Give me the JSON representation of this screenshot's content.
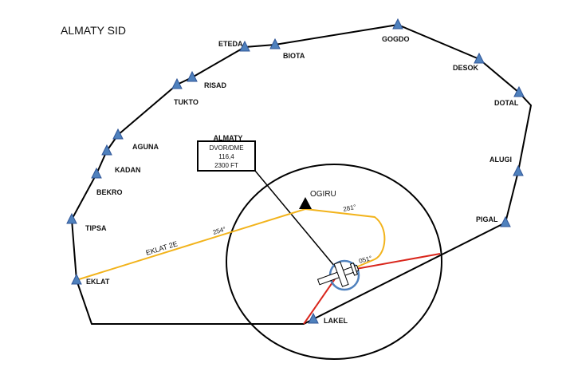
{
  "title": "ALMATY SID",
  "colors": {
    "waypoint_fill": "#4f81bd",
    "waypoint_stroke": "#2f5597",
    "route_orange": "#f2b31b",
    "route_red": "#d9261c",
    "line_black": "#000000"
  },
  "navaid": {
    "name": "ALMATY",
    "type": "DVOR/DME",
    "freq": "116,4",
    "alt": "2300 FT"
  },
  "fixes": {
    "ogiru": "OGIRU"
  },
  "routes": {
    "eklat_name": "EKLAT 2E",
    "eklat_bearing": "254°",
    "ogiru_bearing": "281°",
    "departure_bearing": "051°"
  },
  "waypoints": [
    {
      "name": "ETEDA",
      "icon": "triangle-icon"
    },
    {
      "name": "BIOTA",
      "icon": "triangle-icon"
    },
    {
      "name": "GOGDO",
      "icon": "triangle-icon"
    },
    {
      "name": "DESOK",
      "icon": "triangle-icon"
    },
    {
      "name": "DOTAL",
      "icon": "triangle-icon"
    },
    {
      "name": "RISAD",
      "icon": "triangle-icon"
    },
    {
      "name": "TUKTO",
      "icon": "triangle-icon"
    },
    {
      "name": "AGUNA",
      "icon": "triangle-icon"
    },
    {
      "name": "KADAN",
      "icon": "triangle-icon"
    },
    {
      "name": "BEKRO",
      "icon": "triangle-icon"
    },
    {
      "name": "ALUGI",
      "icon": "triangle-icon"
    },
    {
      "name": "TIPSA",
      "icon": "triangle-icon"
    },
    {
      "name": "PIGAL",
      "icon": "triangle-icon"
    },
    {
      "name": "EKLAT",
      "icon": "triangle-icon"
    },
    {
      "name": "LAKEL",
      "icon": "triangle-icon"
    }
  ]
}
